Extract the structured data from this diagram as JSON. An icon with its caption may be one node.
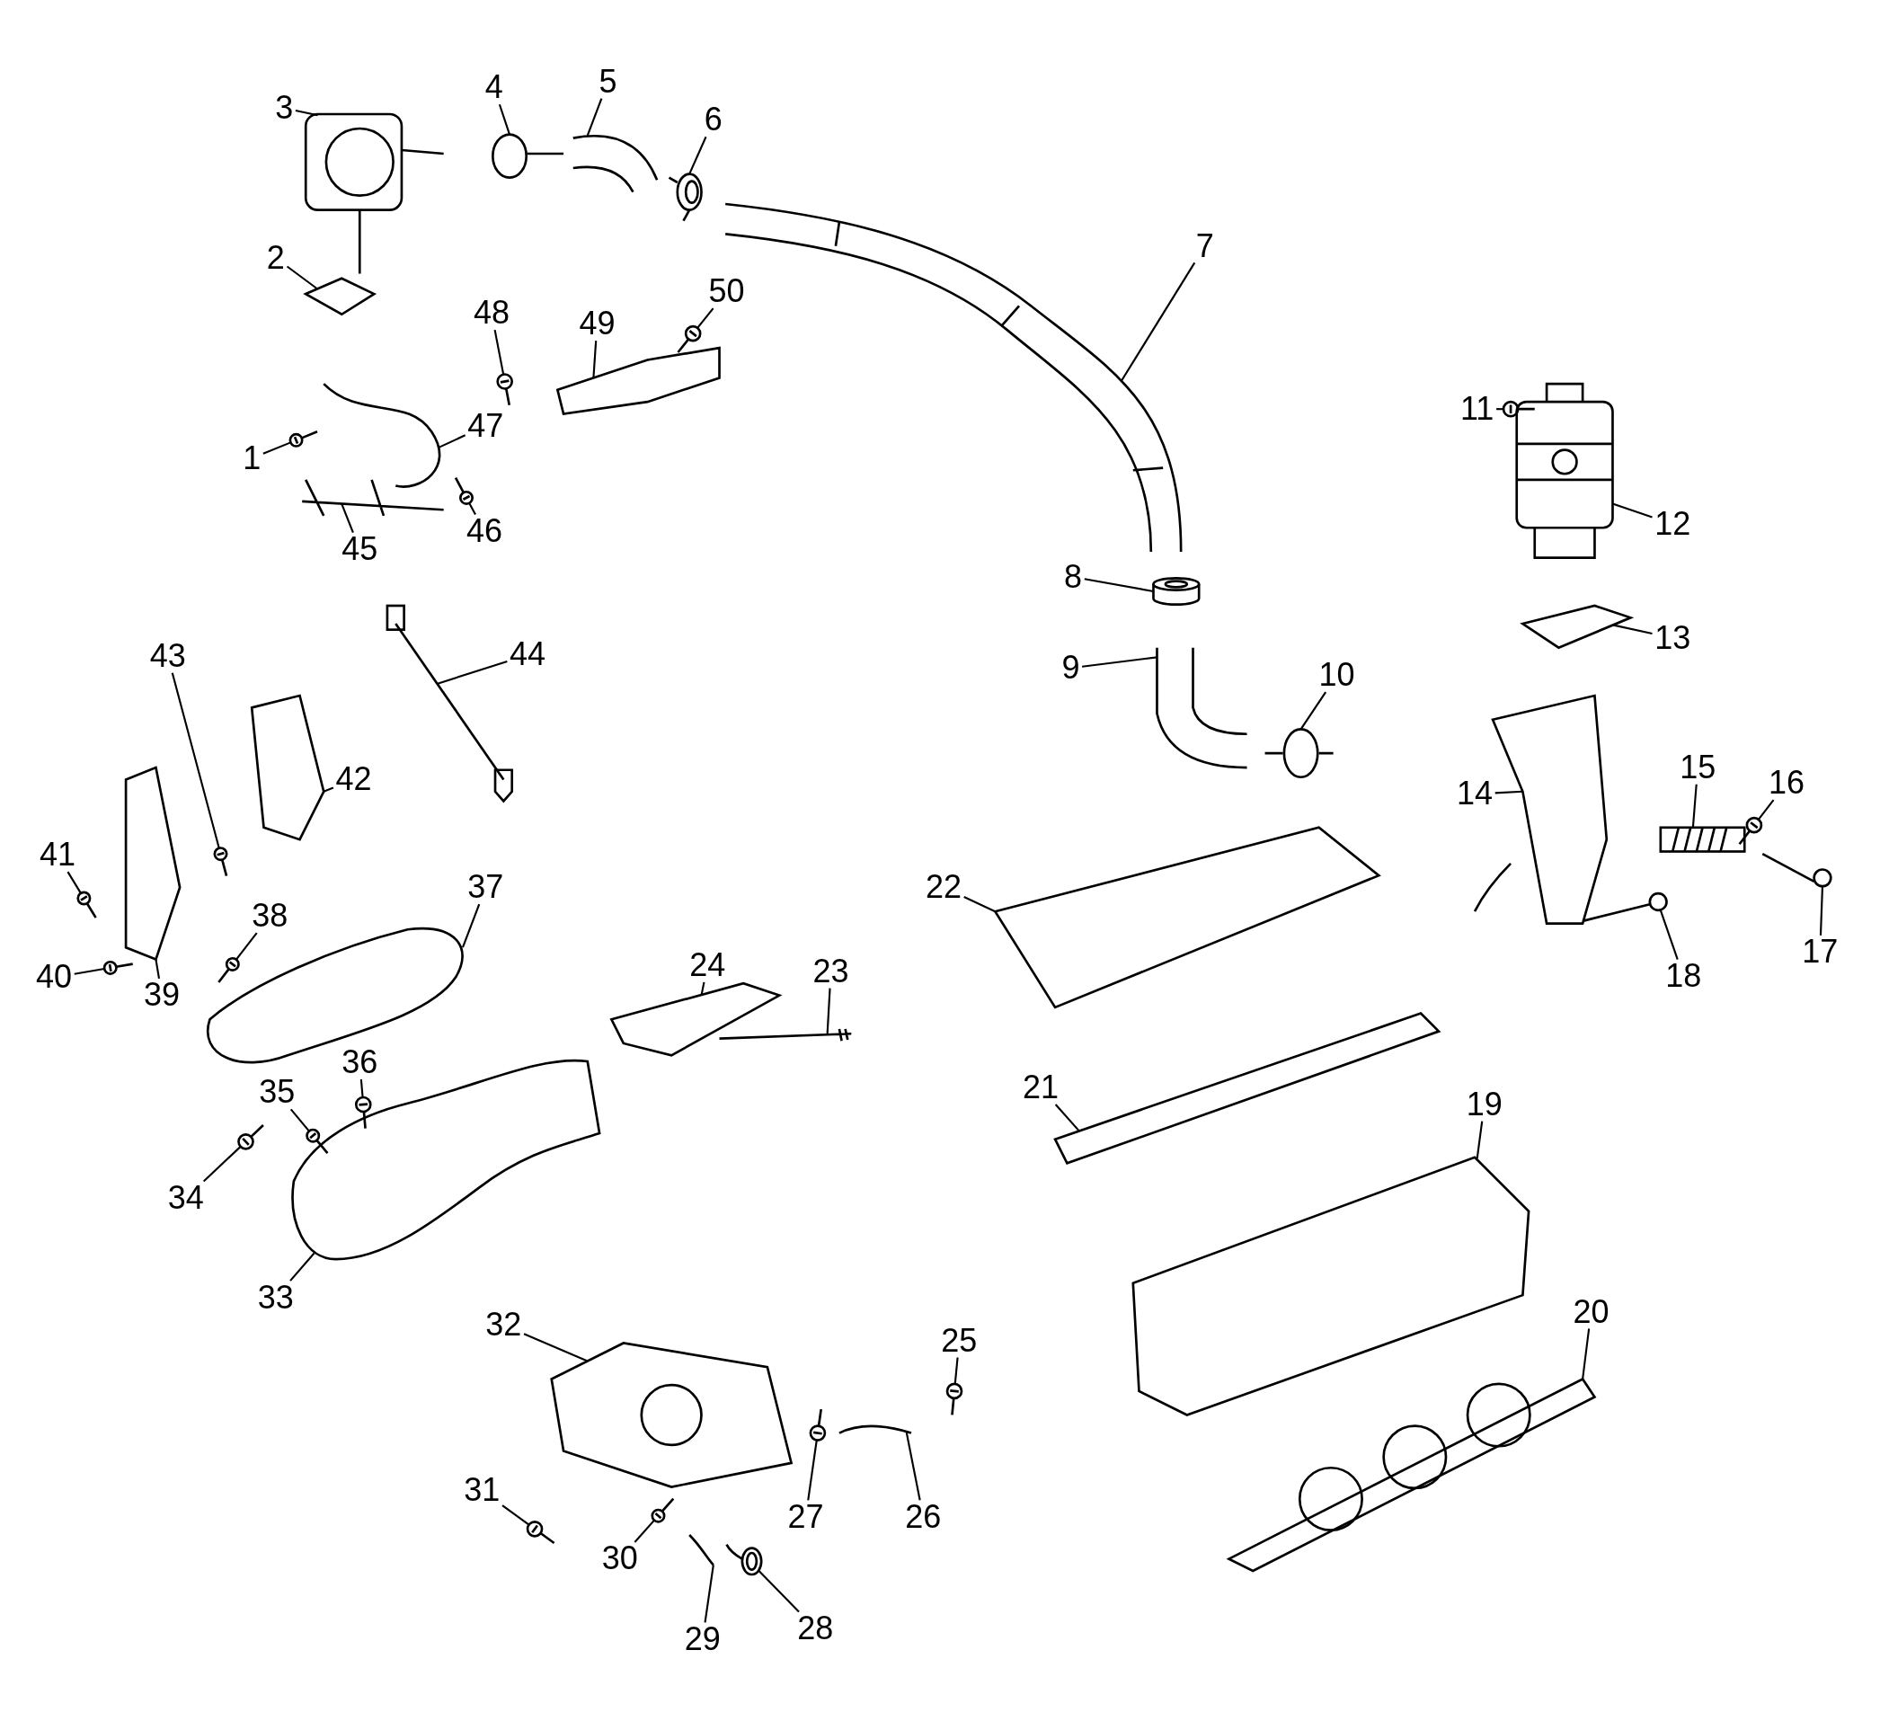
{
  "diagram": {
    "nodes": [
      {
        "text": [
          "1"
        ]
      },
      {
        "text": [
          "2"
        ]
      },
      {
        "text": [
          "3"
        ]
      },
      {
        "text": [
          "4"
        ]
      },
      {
        "text": [
          "5"
        ]
      },
      {
        "text": [
          "6"
        ]
      },
      {
        "text": [
          "7"
        ]
      },
      {
        "text": [
          "8"
        ]
      },
      {
        "text": [
          "9"
        ]
      },
      {
        "text": [
          "10"
        ]
      },
      {
        "text": [
          "11"
        ]
      },
      {
        "text": [
          "12"
        ]
      },
      {
        "text": [
          "13"
        ]
      },
      {
        "text": [
          "14"
        ]
      },
      {
        "text": [
          "15"
        ]
      },
      {
        "text": [
          "16"
        ]
      },
      {
        "text": [
          "17"
        ]
      },
      {
        "text": [
          "18"
        ]
      },
      {
        "text": [
          "19"
        ]
      },
      {
        "text": [
          "20"
        ]
      },
      {
        "text": [
          "21"
        ]
      },
      {
        "text": [
          "22"
        ]
      },
      {
        "text": [
          "23"
        ]
      },
      {
        "text": [
          "24"
        ]
      },
      {
        "text": [
          "25"
        ]
      },
      {
        "text": [
          "26"
        ]
      },
      {
        "text": [
          "27"
        ]
      },
      {
        "text": [
          "28"
        ]
      },
      {
        "text": [
          "29"
        ]
      },
      {
        "text": [
          "30"
        ]
      },
      {
        "text": [
          "31"
        ]
      },
      {
        "text": [
          "32"
        ]
      },
      {
        "text": [
          "33"
        ]
      },
      {
        "text": [
          "34"
        ]
      },
      {
        "text": [
          "35"
        ]
      },
      {
        "text": [
          "36"
        ]
      },
      {
        "text": [
          "37"
        ]
      },
      {
        "text": [
          "38"
        ]
      },
      {
        "text": [
          "39"
        ]
      },
      {
        "text": [
          "40"
        ]
      },
      {
        "text": [
          "41"
        ]
      },
      {
        "text": [
          "42"
        ]
      },
      {
        "text": [
          "43"
        ]
      },
      {
        "text": [
          "44"
        ]
      },
      {
        "text": [
          "45"
        ]
      },
      {
        "text": [
          "46"
        ]
      },
      {
        "text": [
          "47"
        ]
      },
      {
        "text": [
          "48"
        ]
      },
      {
        "text": [
          "49"
        ]
      },
      {
        "text": [
          "50"
        ]
      },
      {
        "text": [],
        "shape": "picture"
      },
      {
        "text": [],
        "shape": "picture"
      },
      {
        "text": [],
        "shape": "picture"
      },
      {
        "text": [],
        "shape": "picture"
      },
      {
        "text": [],
        "shape": "picture"
      },
      {
        "text": [],
        "shape": "picture"
      },
      {
        "text": [],
        "shape": "picture"
      },
      {
        "text": [],
        "shape": "picture"
      },
      {
        "text": [],
        "shape": "picture"
      },
      {
        "text": [],
        "shape": "picture"
      },
      {
        "text": [],
        "shape": "picture"
      },
      {
        "text": [],
        "shape": "picture"
      },
      {
        "text": [],
        "shape": "picture"
      },
      {
        "text": [],
        "shape": "picture"
      },
      {
        "text": [],
        "shape": "picture"
      },
      {
        "text": [],
        "shape": "picture"
      },
      {
        "text": [],
        "shape": "picture"
      },
      {
        "text": [],
        "shape": "picture"
      },
      {
        "text": [],
        "shape": "picture"
      },
      {
        "text": [],
        "shape": "picture"
      },
      {
        "text": [],
        "shape": "picture"
      },
      {
        "text": [],
        "shape": "picture"
      },
      {
        "text": [],
        "shape": "picture"
      },
      {
        "text": [],
        "shape": "picture"
      },
      {
        "text": [],
        "shape": "picture"
      },
      {
        "text": [],
        "shape": "picture"
      },
      {
        "text": [],
        "shape": "picture"
      },
      {
        "text": [],
        "shape": "picture"
      },
      {
        "text": [],
        "shape": "picture"
      },
      {
        "text": [],
        "shape": "picture"
      },
      {
        "text": [],
        "shape": "picture"
      },
      {
        "text": [],
        "shape": "picture"
      },
      {
        "text": [],
        "shape": "picture"
      },
      {
        "text": [],
        "shape": "picture"
      },
      {
        "text": [],
        "shape": "picture"
      },
      {
        "text": [],
        "shape": "picture"
      },
      {
        "text": [],
        "shape": "picture"
      },
      {
        "text": [],
        "shape": "picture"
      },
      {
        "text": [],
        "shape": "picture"
      },
      {
        "text": [],
        "shape": "picture"
      },
      {
        "text": [],
        "shape": "picture"
      },
      {
        "text": [],
        "shape": "picture"
      },
      {
        "text": [],
        "shape": "picture"
      },
      {
        "text": [],
        "shape": "picture"
      },
      {
        "text": [],
        "shape": "picture"
      },
      {
        "text": [],
        "shape": "picture"
      },
      {
        "text": [],
        "shape": "picture"
      },
      {
        "text": [],
        "shape": "picture"
      },
      {
        "text": [],
        "shape": "picture"
      },
      {
        "text": [],
        "shape": "picture"
      }
    ],
    "edges": [
      {
        "from": 0,
        "to": 50,
        "arrow": "none"
      },
      {
        "from": 1,
        "to": 51,
        "arrow": "none"
      },
      {
        "from": 2,
        "to": 52,
        "arrow": "none"
      },
      {
        "from": 3,
        "to": 53,
        "arrow": "none"
      },
      {
        "from": 4,
        "to": 54,
        "arrow": "none"
      },
      {
        "from": 5,
        "to": 55,
        "arrow": "none"
      },
      {
        "from": 6,
        "to": 56,
        "arrow": "none"
      },
      {
        "from": 7,
        "to": 57,
        "arrow": "none"
      },
      {
        "from": 8,
        "to": 58,
        "arrow": "none"
      },
      {
        "from": 9,
        "to": 59,
        "arrow": "none"
      },
      {
        "from": 10,
        "to": 60,
        "arrow": "none"
      },
      {
        "from": 11,
        "to": 61,
        "arrow": "none"
      },
      {
        "from": 12,
        "to": 62,
        "arrow": "none"
      },
      {
        "from": 13,
        "to": 63,
        "arrow": "none"
      },
      {
        "from": 14,
        "to": 64,
        "arrow": "none"
      },
      {
        "from": 15,
        "to": 65,
        "arrow": "none"
      },
      {
        "from": 16,
        "to": 66,
        "arrow": "none"
      },
      {
        "from": 17,
        "to": 67,
        "arrow": "none"
      },
      {
        "from": 18,
        "to": 68,
        "arrow": "none"
      },
      {
        "from": 19,
        "to": 69,
        "arrow": "none"
      },
      {
        "from": 20,
        "to": 70,
        "arrow": "none"
      },
      {
        "from": 21,
        "to": 71,
        "arrow": "none"
      },
      {
        "from": 22,
        "to": 72,
        "arrow": "none"
      },
      {
        "from": 23,
        "to": 73,
        "arrow": "none"
      },
      {
        "from": 24,
        "to": 74,
        "arrow": "none"
      },
      {
        "from": 25,
        "to": 75,
        "arrow": "none"
      },
      {
        "from": 26,
        "to": 76,
        "arrow": "none"
      },
      {
        "from": 27,
        "to": 77,
        "arrow": "none"
      },
      {
        "from": 28,
        "to": 78,
        "arrow": "none"
      },
      {
        "from": 29,
        "to": 79,
        "arrow": "none"
      },
      {
        "from": 30,
        "to": 80,
        "arrow": "none"
      },
      {
        "from": 31,
        "to": 81,
        "arrow": "none"
      },
      {
        "from": 32,
        "to": 82,
        "arrow": "none"
      },
      {
        "from": 33,
        "to": 83,
        "arrow": "none"
      },
      {
        "from": 34,
        "to": 84,
        "arrow": "none"
      },
      {
        "from": 35,
        "to": 85,
        "arrow": "none"
      },
      {
        "from": 36,
        "to": 86,
        "arrow": "none"
      },
      {
        "from": 37,
        "to": 87,
        "arrow": "none"
      },
      {
        "from": 38,
        "to": 88,
        "arrow": "none"
      },
      {
        "from": 39,
        "to": 89,
        "arrow": "none"
      },
      {
        "from": 40,
        "to": 90,
        "arrow": "none"
      },
      {
        "from": 41,
        "to": 91,
        "arrow": "none"
      },
      {
        "from": 42,
        "to": 92,
        "arrow": "none"
      },
      {
        "from": 43,
        "to": 93,
        "arrow": "none"
      },
      {
        "from": 44,
        "to": 94,
        "arrow": "none"
      },
      {
        "from": 45,
        "to": 95,
        "arrow": "none"
      },
      {
        "from": 46,
        "to": 96,
        "arrow": "none"
      },
      {
        "from": 47,
        "to": 97,
        "arrow": "none"
      },
      {
        "from": 48,
        "to": 98,
        "arrow": "none"
      },
      {
        "from": 49,
        "to": 99,
        "arrow": "none"
      }
    ]
  }
}
